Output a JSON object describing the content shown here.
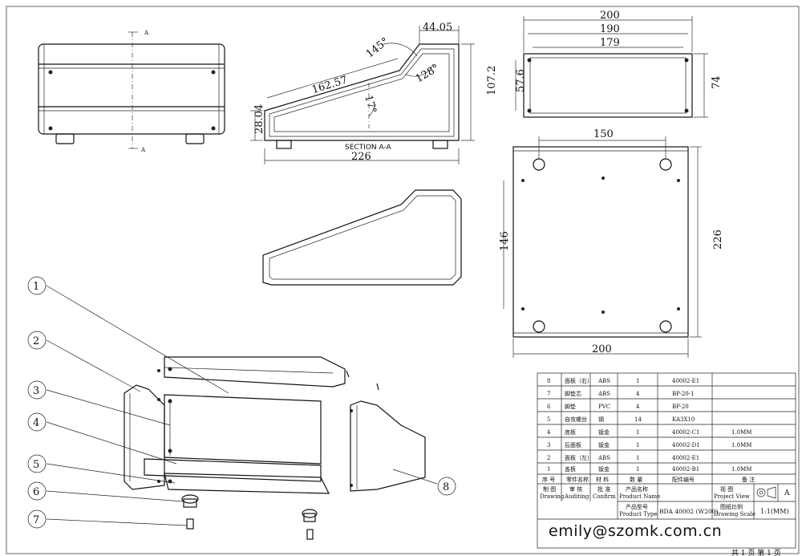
{
  "section_marks": {
    "top": "A",
    "bottom": "A"
  },
  "side_view": {
    "angle_top": "145°",
    "top_width": "44.05",
    "angle_inner": "128°",
    "slope_length": "162.57",
    "slope_angle": "17°",
    "height": "107.2",
    "front_height": "28.04",
    "section_label": "SECTION A-A",
    "length": "226"
  },
  "panel_view": {
    "d_outer": "200",
    "d_mid": "190",
    "d_inner": "179",
    "h_inner": "57.6",
    "h_outer": "74"
  },
  "bottom_view": {
    "hole_span": "150",
    "hole_height": "146",
    "depth": "226",
    "width": "200"
  },
  "balloons": [
    "1",
    "2",
    "3",
    "4",
    "5",
    "6",
    "7",
    "8"
  ],
  "bom": {
    "rows": [
      [
        "8",
        "面板（右）",
        "ABS",
        "1",
        "40002-E1",
        ""
      ],
      [
        "7",
        "脚垫芯",
        "ABS",
        "4",
        "BP-20-1",
        ""
      ],
      [
        "6",
        "脚垫",
        "PVC",
        "4",
        "BP-20",
        ""
      ],
      [
        "5",
        "自攻螺丝",
        "钢",
        "14",
        "KA3X10",
        ""
      ],
      [
        "4",
        "底板",
        "钣金",
        "1",
        "40002-C1",
        "1.0MM"
      ],
      [
        "3",
        "后面板",
        "钣金",
        "1",
        "40002-D1",
        "1.0MM"
      ],
      [
        "2",
        "面板（左）",
        "ABS",
        "1",
        "40002-E1",
        ""
      ],
      [
        "1",
        "盖板",
        "钣金",
        "1",
        "40002-B1",
        "1.0MM"
      ]
    ],
    "header": [
      "序 号",
      "零件名称",
      "材 料",
      "数 量",
      "配件编号",
      "备 注"
    ],
    "drawing_cn": "制 图",
    "drawing_en": "Drawing",
    "auditing_cn": "审 核",
    "auditing_en": "Auditing",
    "confirm_cn": "批 准",
    "confirm_en": "Confirm",
    "product_name_cn": "产品名称",
    "product_name_en": "Product Name",
    "product_type_cn": "产品型号",
    "product_type_en": "Product Type",
    "product_type_value": "BDA 40002 (W200)",
    "project_view_cn": "视 图",
    "project_view_en": "Project View",
    "view_letter": "A",
    "scale_cn": "图纸比例",
    "scale_en": "Drawing Scale",
    "scale_value": "1:1(MM)",
    "email": "emily@szomk.com.cn"
  },
  "page_footer": "共 1 页  第 1 页"
}
